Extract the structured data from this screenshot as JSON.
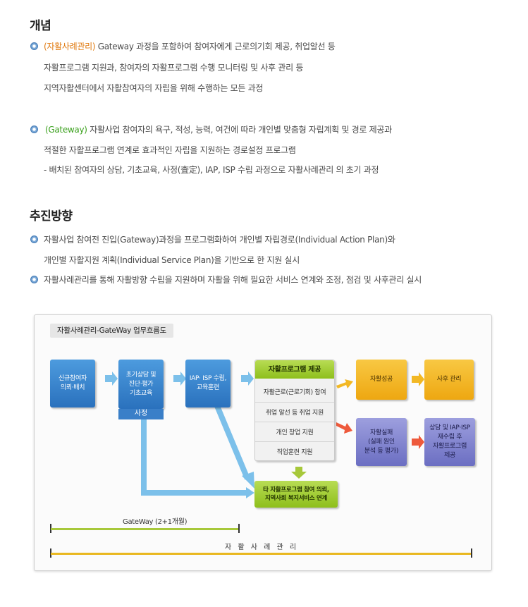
{
  "section1": {
    "heading": "개념",
    "items": [
      {
        "label": "(자활사례관리)",
        "lines": [
          "Gateway 과정을 포함하여 참여자에게 근로의기회 제공, 취업알선 등",
          "자활프로그램 지원과, 참여자의 자활프로그램 수행 모니터링 및 사후 관리 등",
          "지역자활센터에서 자활참여자의 자립을 위해 수행하는 모든 과정"
        ]
      },
      {
        "label": "(Gateway)",
        "lines": [
          "자활사업 참여자의 욕구, 적성, 능력, 여건에 따라 개인별 맞춤형  자립계획 및 경로 제공과",
          "적절한 자활프로그램 연계로 효과적인 자립을 지원하는 경로설정 프로그램",
          "- 배치된 참여자의 상담, 기초교육, 사정(査定), IAP, ISP 수립 과정으로 자활사례관리 의 초기 과정"
        ]
      }
    ]
  },
  "section2": {
    "heading": "추진방향",
    "items": [
      {
        "lines": [
          "자활사업 참여전 진입(Gateway)과정을 프로그램화하여 개인별 자립경로(Individual Action Plan)와",
          "개인별 자활지원 계획(Individual Service Plan)을 기반으로 한 지원 실시"
        ]
      },
      {
        "lines": [
          "자활사례관리를 통해 자활방향 수립을 지원하며 자활을 위해 필요한 서비스 연계와 조정, 점검 및 사후관리 실시"
        ]
      }
    ]
  },
  "diagram": {
    "title": "자활사례관리-GateWay 업무흐름도",
    "box1": "신규참여자\n의뢰·배치",
    "box2": "초기상담 및\n진단·평가\n기초교육",
    "box2_tag": "사정",
    "box3": "IAP· ISP 수립,\n교육훈련",
    "program_header": "자활프로그램 제공",
    "program_rows": [
      "자활근로(근로기회) 참여",
      "취업 알선 등 취업 지원",
      "개인 창업 지원",
      "직업훈련 지원"
    ],
    "success": "자활성공",
    "aftercare": "사후 관리",
    "failure": "자활실패\n(실패 원인\n분석 등 평가)",
    "replan": "상담 및 IAP·ISP\n재수립 후\n자활프로그램\n제공",
    "other_link": "타 자활프로그램 참여 의뢰,\n지역사회 복지서비스 연계",
    "gateway_bar": "GateWay (2+1개월)",
    "case_bar": "자 활 사 례 관 리"
  },
  "colors": {
    "orange_label": "#e07a10",
    "green_label": "#3aa01c",
    "blue_box": "#2a71bd",
    "gold_box": "#eea711",
    "purple_box": "#6b6ec2",
    "green_box": "#8ebf1c",
    "gateway_bar": "#a7c83a",
    "case_bar": "#e9b820"
  },
  "icons": [
    "bullet-icon",
    "arrow-right-icon",
    "arrow-down-icon"
  ]
}
